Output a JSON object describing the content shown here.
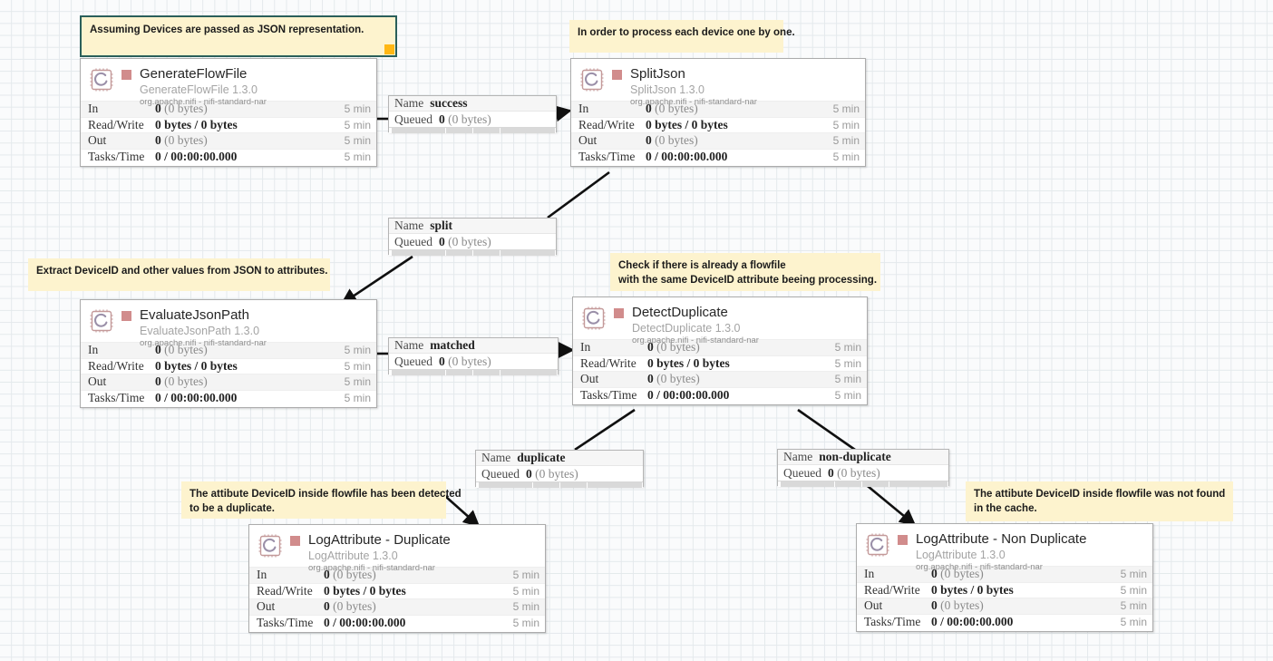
{
  "canvas": {
    "grid_color": "#e4e9ec",
    "background_color": "#fafbfc"
  },
  "processors": [
    {
      "id": "generateflowfile",
      "title": "GenerateFlowFile",
      "type": "GenerateFlowFile 1.3.0",
      "bundle": "org.apache.nifi - nifi-standard-nar",
      "status_color": "#d18c8c",
      "icon": "processor-chip-icon",
      "stats": [
        {
          "label": "In",
          "value_bold": "0",
          "value_muted": "(0 bytes)",
          "time": "5 min"
        },
        {
          "label": "Read/Write",
          "value_bold": "0 bytes / 0 bytes",
          "value_muted": "",
          "time": "5 min"
        },
        {
          "label": "Out",
          "value_bold": "0",
          "value_muted": "(0 bytes)",
          "time": "5 min"
        },
        {
          "label": "Tasks/Time",
          "value_bold": "0 / 00:00:00.000",
          "value_muted": "",
          "time": "5 min"
        }
      ]
    },
    {
      "id": "splitjson",
      "title": "SplitJson",
      "type": "SplitJson 1.3.0",
      "bundle": "org.apache.nifi - nifi-standard-nar",
      "status_color": "#d18c8c",
      "icon": "processor-chip-icon",
      "stats": [
        {
          "label": "In",
          "value_bold": "0",
          "value_muted": "(0 bytes)",
          "time": "5 min"
        },
        {
          "label": "Read/Write",
          "value_bold": "0 bytes / 0 bytes",
          "value_muted": "",
          "time": "5 min"
        },
        {
          "label": "Out",
          "value_bold": "0",
          "value_muted": "(0 bytes)",
          "time": "5 min"
        },
        {
          "label": "Tasks/Time",
          "value_bold": "0 / 00:00:00.000",
          "value_muted": "",
          "time": "5 min"
        }
      ]
    },
    {
      "id": "evaluatejsonpath",
      "title": "EvaluateJsonPath",
      "type": "EvaluateJsonPath 1.3.0",
      "bundle": "org.apache.nifi - nifi-standard-nar",
      "status_color": "#d18c8c",
      "icon": "processor-chip-icon",
      "stats": [
        {
          "label": "In",
          "value_bold": "0",
          "value_muted": "(0 bytes)",
          "time": "5 min"
        },
        {
          "label": "Read/Write",
          "value_bold": "0 bytes / 0 bytes",
          "value_muted": "",
          "time": "5 min"
        },
        {
          "label": "Out",
          "value_bold": "0",
          "value_muted": "(0 bytes)",
          "time": "5 min"
        },
        {
          "label": "Tasks/Time",
          "value_bold": "0 / 00:00:00.000",
          "value_muted": "",
          "time": "5 min"
        }
      ]
    },
    {
      "id": "detectduplicate",
      "title": "DetectDuplicate",
      "type": "DetectDuplicate 1.3.0",
      "bundle": "org.apache.nifi - nifi-standard-nar",
      "status_color": "#d18c8c",
      "icon": "processor-chip-icon",
      "stats": [
        {
          "label": "In",
          "value_bold": "0",
          "value_muted": "(0 bytes)",
          "time": "5 min"
        },
        {
          "label": "Read/Write",
          "value_bold": "0 bytes / 0 bytes",
          "value_muted": "",
          "time": "5 min"
        },
        {
          "label": "Out",
          "value_bold": "0",
          "value_muted": "(0 bytes)",
          "time": "5 min"
        },
        {
          "label": "Tasks/Time",
          "value_bold": "0 / 00:00:00.000",
          "value_muted": "",
          "time": "5 min"
        }
      ]
    },
    {
      "id": "logattribute-duplicate",
      "title": "LogAttribute - Duplicate",
      "type": "LogAttribute 1.3.0",
      "bundle": "org.apache.nifi - nifi-standard-nar",
      "status_color": "#d18c8c",
      "icon": "processor-chip-icon",
      "stats": [
        {
          "label": "In",
          "value_bold": "0",
          "value_muted": "(0 bytes)",
          "time": "5 min"
        },
        {
          "label": "Read/Write",
          "value_bold": "0 bytes / 0 bytes",
          "value_muted": "",
          "time": "5 min"
        },
        {
          "label": "Out",
          "value_bold": "0",
          "value_muted": "(0 bytes)",
          "time": "5 min"
        },
        {
          "label": "Tasks/Time",
          "value_bold": "0 / 00:00:00.000",
          "value_muted": "",
          "time": "5 min"
        }
      ]
    },
    {
      "id": "logattribute-non-duplicate",
      "title": "LogAttribute - Non Duplicate",
      "type": "LogAttribute 1.3.0",
      "bundle": "org.apache.nifi - nifi-standard-nar",
      "status_color": "#d18c8c",
      "icon": "processor-chip-icon",
      "stats": [
        {
          "label": "In",
          "value_bold": "0",
          "value_muted": "(0 bytes)",
          "time": "5 min"
        },
        {
          "label": "Read/Write",
          "value_bold": "0 bytes / 0 bytes",
          "value_muted": "",
          "time": "5 min"
        },
        {
          "label": "Out",
          "value_bold": "0",
          "value_muted": "(0 bytes)",
          "time": "5 min"
        },
        {
          "label": "Tasks/Time",
          "value_bold": "0 / 00:00:00.000",
          "value_muted": "",
          "time": "5 min"
        }
      ]
    }
  ],
  "connections": [
    {
      "id": "success",
      "name_key": "Name",
      "name_value": "success",
      "queued_key": "Queued",
      "queued_bold": "0",
      "queued_muted": "(0 bytes)"
    },
    {
      "id": "split",
      "name_key": "Name",
      "name_value": "split",
      "queued_key": "Queued",
      "queued_bold": "0",
      "queued_muted": "(0 bytes)"
    },
    {
      "id": "matched",
      "name_key": "Name",
      "name_value": "matched",
      "queued_key": "Queued",
      "queued_bold": "0",
      "queued_muted": "(0 bytes)"
    },
    {
      "id": "duplicate",
      "name_key": "Name",
      "name_value": "duplicate",
      "queued_key": "Queued",
      "queued_bold": "0",
      "queued_muted": "(0 bytes)"
    },
    {
      "id": "non-duplicate",
      "name_key": "Name",
      "name_value": "non-duplicate",
      "queued_key": "Queued",
      "queued_bold": "0",
      "queued_muted": "(0 bytes)"
    }
  ],
  "notes": [
    {
      "id": "note-json-representation",
      "selected": true,
      "line1": "Assuming Devices are passed as JSON representation.",
      "line2": ""
    },
    {
      "id": "note-one-by-one",
      "selected": false,
      "line1": "In order to process each device one by one.",
      "line2": ""
    },
    {
      "id": "note-extract-deviceid",
      "selected": false,
      "line1": "Extract DeviceID and other values from JSON to attributes.",
      "line2": ""
    },
    {
      "id": "note-check-flowfile",
      "selected": false,
      "line1": "Check if there is already a flowfile",
      "line2": "with the same DeviceID attribute beeing processing."
    },
    {
      "id": "note-detected-duplicate",
      "selected": false,
      "line1": "The attibute DeviceID inside flowfile has been detected",
      "line2": "to be a duplicate."
    },
    {
      "id": "note-not-found-cache",
      "selected": false,
      "line1": "The attibute DeviceID inside flowfile was not found",
      "line2": "in the cache."
    }
  ]
}
